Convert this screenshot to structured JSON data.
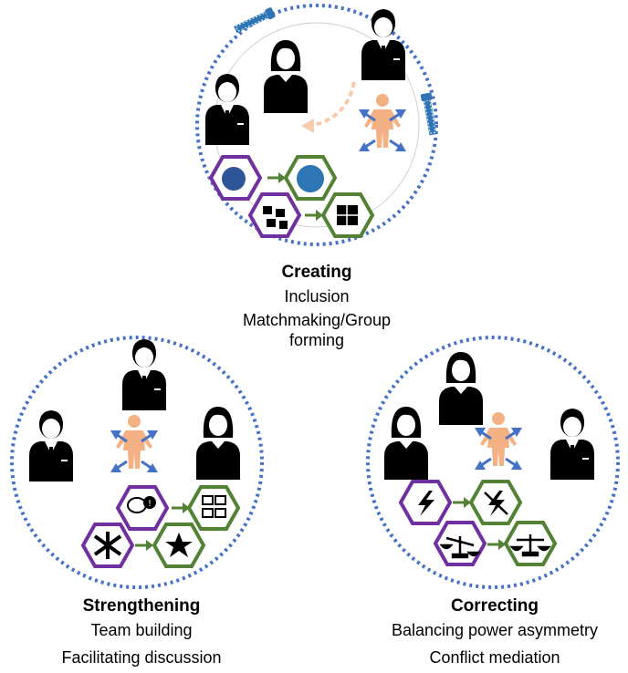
{
  "sections": {
    "creating": {
      "title": "Creating",
      "lines": [
        "Inclusion",
        "Matchmaking/Group",
        "forming"
      ]
    },
    "strengthening": {
      "title": "Strengthening",
      "lines": [
        "Team building",
        "Facilitating discussion"
      ]
    },
    "correcting": {
      "title": "Correcting",
      "lines": [
        "Balancing power asymmetry",
        "Conflict mediation"
      ]
    }
  },
  "colors": {
    "circle_border": "#4472c4",
    "person_silhouette": "#000000",
    "facilitator": "#f4b183",
    "arrow": "#4472c4",
    "hex_before": "#7030a0",
    "hex_after": "#548235",
    "flow_arrow": "#548235",
    "zipper": "#2e75b6",
    "dashed_arrow": "#f8cbad"
  },
  "icons": {
    "creating_hex_row1": [
      "locks-group-icon",
      "locks-group-merged-icon"
    ],
    "creating_hex_row2": [
      "scattered-puzzle-icon",
      "assembled-puzzle-icon"
    ],
    "strengthening_hex_row1": [
      "speech-bubbles-icon",
      "discussion-board-icon"
    ],
    "strengthening_hex_row2": [
      "team-hands-icon",
      "team-star-icon"
    ],
    "correcting_hex_row1": [
      "lightning-icon",
      "lightning-crossed-icon"
    ],
    "correcting_hex_row2": [
      "unbalanced-scale-icon",
      "balanced-scale-icon"
    ]
  }
}
